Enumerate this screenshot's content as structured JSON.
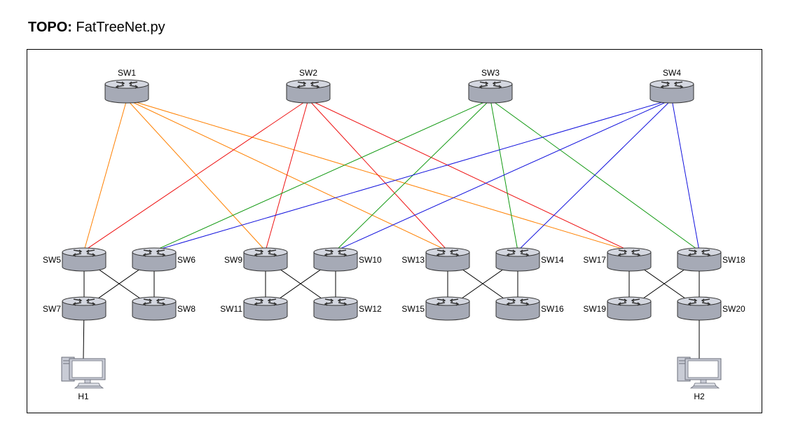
{
  "title": {
    "prefix": "TOPO:",
    "name": "FatTreeNet.py"
  },
  "colors": {
    "SW1": "#ff8000",
    "SW2": "#ee1111",
    "SW3": "#119911",
    "SW4": "#1111dd",
    "local": "#000000",
    "router_top": "#d4d7e0",
    "router_body": "#a6aab6"
  },
  "nodes": [
    {
      "id": "SW1",
      "label": "SW1",
      "type": "router",
      "tier": "core"
    },
    {
      "id": "SW2",
      "label": "SW2",
      "type": "router",
      "tier": "core"
    },
    {
      "id": "SW3",
      "label": "SW3",
      "type": "router",
      "tier": "core"
    },
    {
      "id": "SW4",
      "label": "SW4",
      "type": "router",
      "tier": "core"
    },
    {
      "id": "SW5",
      "label": "SW5",
      "type": "router",
      "tier": "aggregation"
    },
    {
      "id": "SW6",
      "label": "SW6",
      "type": "router",
      "tier": "aggregation"
    },
    {
      "id": "SW9",
      "label": "SW9",
      "type": "router",
      "tier": "aggregation"
    },
    {
      "id": "SW10",
      "label": "SW10",
      "type": "router",
      "tier": "aggregation"
    },
    {
      "id": "SW13",
      "label": "SW13",
      "type": "router",
      "tier": "aggregation"
    },
    {
      "id": "SW14",
      "label": "SW14",
      "type": "router",
      "tier": "aggregation"
    },
    {
      "id": "SW17",
      "label": "SW17",
      "type": "router",
      "tier": "aggregation"
    },
    {
      "id": "SW18",
      "label": "SW18",
      "type": "router",
      "tier": "aggregation"
    },
    {
      "id": "SW7",
      "label": "SW7",
      "type": "router",
      "tier": "edge"
    },
    {
      "id": "SW8",
      "label": "SW8",
      "type": "router",
      "tier": "edge"
    },
    {
      "id": "SW11",
      "label": "SW11",
      "type": "router",
      "tier": "edge"
    },
    {
      "id": "SW12",
      "label": "SW12",
      "type": "router",
      "tier": "edge"
    },
    {
      "id": "SW15",
      "label": "SW15",
      "type": "router",
      "tier": "edge"
    },
    {
      "id": "SW16",
      "label": "SW16",
      "type": "router",
      "tier": "edge"
    },
    {
      "id": "SW19",
      "label": "SW19",
      "type": "router",
      "tier": "edge"
    },
    {
      "id": "SW20",
      "label": "SW20",
      "type": "router",
      "tier": "edge"
    },
    {
      "id": "H1",
      "label": "H1",
      "type": "host",
      "tier": "host"
    },
    {
      "id": "H2",
      "label": "H2",
      "type": "host",
      "tier": "host"
    }
  ],
  "links": [
    {
      "from": "SW1",
      "to": "SW5",
      "color": "SW1"
    },
    {
      "from": "SW1",
      "to": "SW9",
      "color": "SW1"
    },
    {
      "from": "SW1",
      "to": "SW13",
      "color": "SW1"
    },
    {
      "from": "SW1",
      "to": "SW17",
      "color": "SW1"
    },
    {
      "from": "SW2",
      "to": "SW5",
      "color": "SW2"
    },
    {
      "from": "SW2",
      "to": "SW9",
      "color": "SW2"
    },
    {
      "from": "SW2",
      "to": "SW13",
      "color": "SW2"
    },
    {
      "from": "SW2",
      "to": "SW17",
      "color": "SW2"
    },
    {
      "from": "SW3",
      "to": "SW6",
      "color": "SW3"
    },
    {
      "from": "SW3",
      "to": "SW10",
      "color": "SW3"
    },
    {
      "from": "SW3",
      "to": "SW14",
      "color": "SW3"
    },
    {
      "from": "SW3",
      "to": "SW18",
      "color": "SW3"
    },
    {
      "from": "SW4",
      "to": "SW6",
      "color": "SW4"
    },
    {
      "from": "SW4",
      "to": "SW10",
      "color": "SW4"
    },
    {
      "from": "SW4",
      "to": "SW14",
      "color": "SW4"
    },
    {
      "from": "SW4",
      "to": "SW18",
      "color": "SW4"
    },
    {
      "from": "SW5",
      "to": "SW7",
      "color": "local"
    },
    {
      "from": "SW5",
      "to": "SW8",
      "color": "local"
    },
    {
      "from": "SW6",
      "to": "SW7",
      "color": "local"
    },
    {
      "from": "SW6",
      "to": "SW8",
      "color": "local"
    },
    {
      "from": "SW9",
      "to": "SW11",
      "color": "local"
    },
    {
      "from": "SW9",
      "to": "SW12",
      "color": "local"
    },
    {
      "from": "SW10",
      "to": "SW11",
      "color": "local"
    },
    {
      "from": "SW10",
      "to": "SW12",
      "color": "local"
    },
    {
      "from": "SW13",
      "to": "SW15",
      "color": "local"
    },
    {
      "from": "SW13",
      "to": "SW16",
      "color": "local"
    },
    {
      "from": "SW14",
      "to": "SW15",
      "color": "local"
    },
    {
      "from": "SW14",
      "to": "SW16",
      "color": "local"
    },
    {
      "from": "SW17",
      "to": "SW19",
      "color": "local"
    },
    {
      "from": "SW17",
      "to": "SW20",
      "color": "local"
    },
    {
      "from": "SW18",
      "to": "SW19",
      "color": "local"
    },
    {
      "from": "SW18",
      "to": "SW20",
      "color": "local"
    },
    {
      "from": "SW7",
      "to": "H1",
      "color": "local"
    },
    {
      "from": "SW20",
      "to": "H2",
      "color": "local"
    }
  ]
}
